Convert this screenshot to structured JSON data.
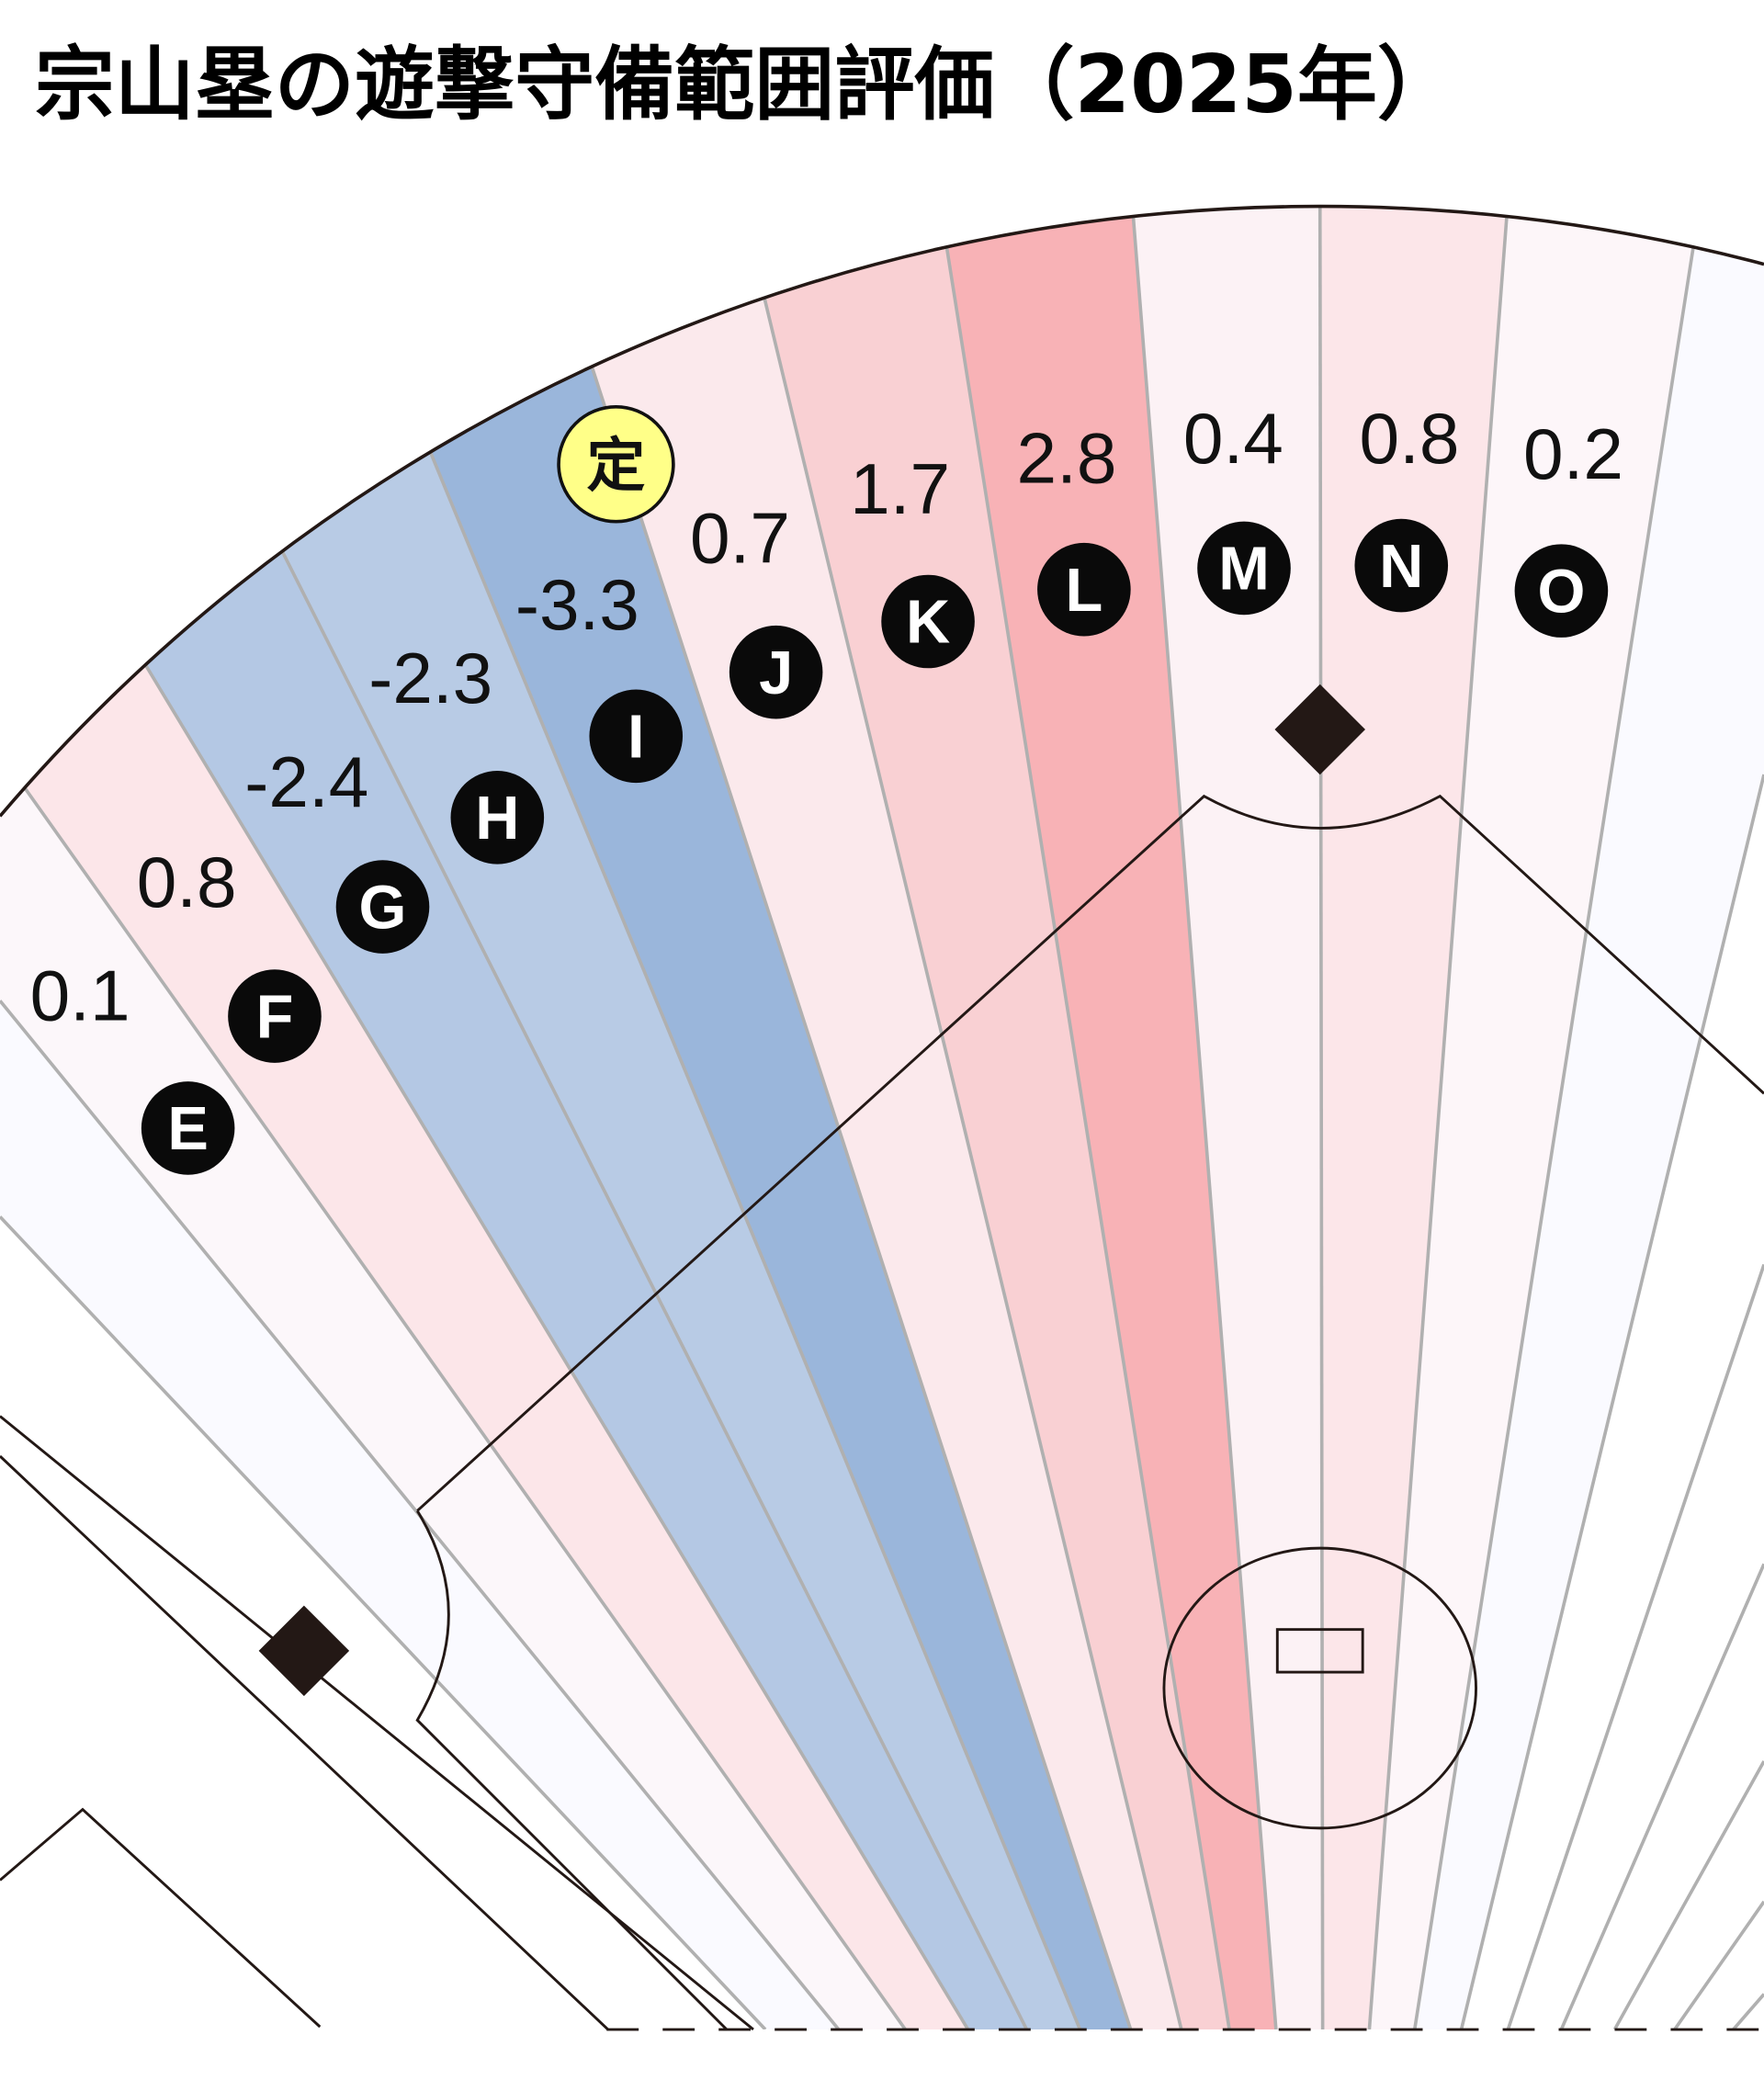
{
  "title": "宗山塁の遊撃守備範囲評価（2025年）",
  "marker": {
    "label": "定",
    "color": "#ffff88"
  },
  "chart_data": {
    "type": "diagram",
    "title": "宗山塁の遊撃守備範囲評価（2025年）",
    "zones": [
      {
        "zone": "E",
        "value": "0.1",
        "color": "#fcf7fa"
      },
      {
        "zone": "F",
        "value": "0.8",
        "color": "#fce6e9"
      },
      {
        "zone": "G",
        "value": "-2.4",
        "color": "#b4c8e4"
      },
      {
        "zone": "H",
        "value": "-2.3",
        "color": "#b8cbe5"
      },
      {
        "zone": "I",
        "value": "-3.3",
        "color": "#9ab6db"
      },
      {
        "zone": "J",
        "value": "0.7",
        "color": "#fbe9ec"
      },
      {
        "zone": "K",
        "value": "1.7",
        "color": "#f9d0d3"
      },
      {
        "zone": "L",
        "value": "2.8",
        "color": "#f8b2b6"
      },
      {
        "zone": "M",
        "value": "0.4",
        "color": "#fcf2f5"
      },
      {
        "zone": "N",
        "value": "0.8",
        "color": "#fce6e9"
      },
      {
        "zone": "O",
        "value": "0.2",
        "color": "#fdf6f9"
      }
    ],
    "neutral_color": "#fafaff",
    "line_color": "#b0b0b0"
  }
}
